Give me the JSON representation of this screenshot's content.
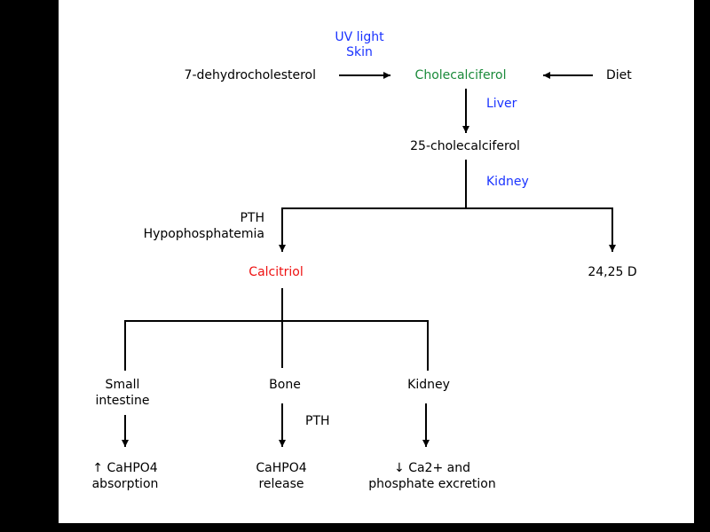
{
  "labels": {
    "uv_light": "UV light",
    "skin": "Skin",
    "dehydrocholesterol": "7-dehydrocholesterol",
    "cholecalciferol": "Cholecalciferol",
    "diet": "Diet",
    "liver": "Liver",
    "hydroxy": "25-cholecalciferol",
    "kidney_enzyme": "Kidney",
    "pth_1": "PTH",
    "hypophosphatemia": "Hypophosphatemia",
    "calcitriol": "Calcitriol",
    "d2425": "24,25 D",
    "small": "Small",
    "intestine": "intestine",
    "bone": "Bone",
    "kidney_target": "Kidney",
    "pth_2": "PTH",
    "absorption_1": "↑ CaHPO4",
    "absorption_2": "absorption",
    "release_1": "CaHPO4",
    "release_2": "release",
    "excretion_1": "↓ Ca2+ and",
    "excretion_2": "phosphate excretion"
  },
  "colors": {
    "regulator": "#1a33ff",
    "cholecalciferol": "#1a8a3a",
    "calcitriol": "#ee1111",
    "line": "#000000"
  }
}
